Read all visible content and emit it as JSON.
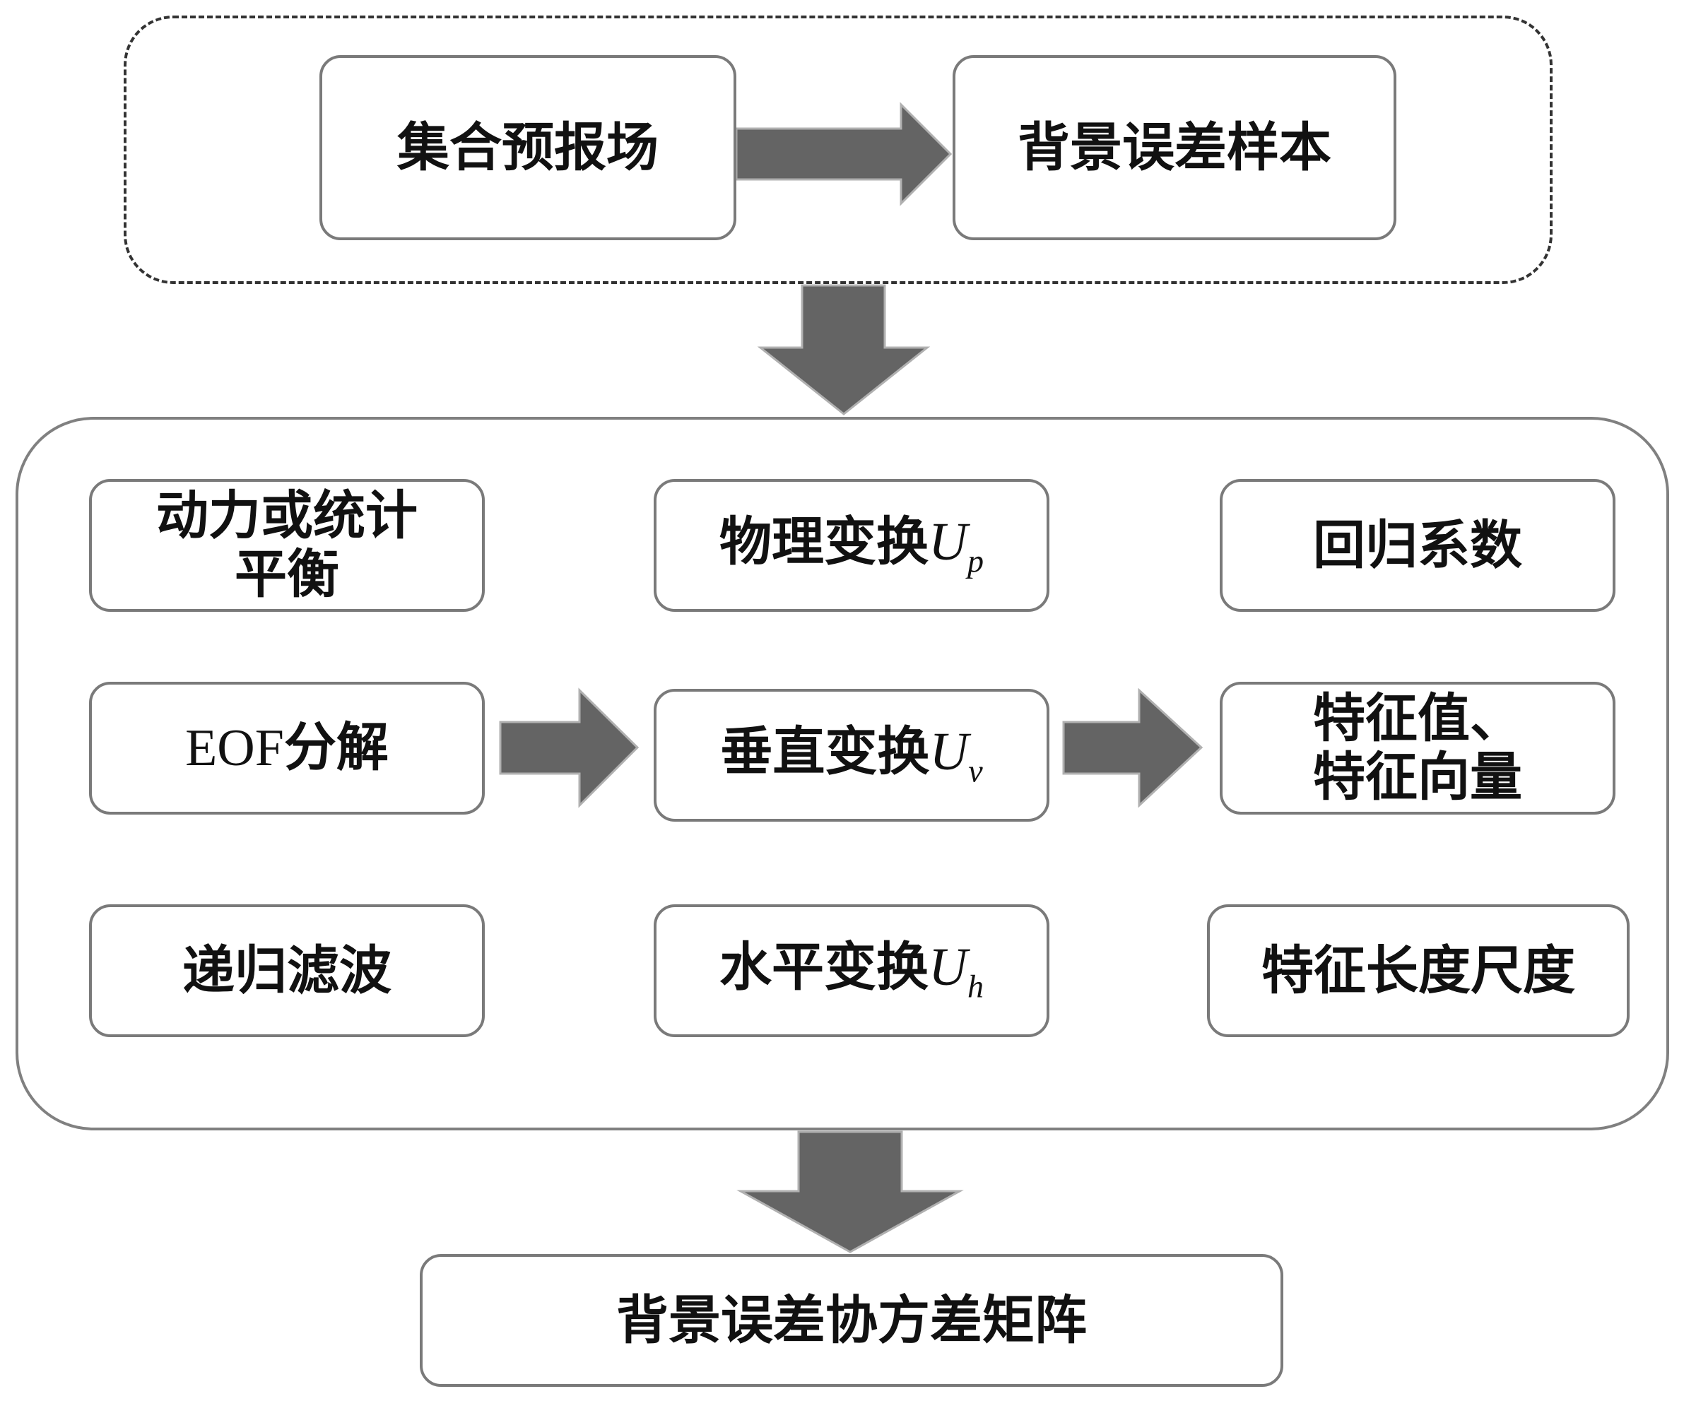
{
  "top_group": {
    "ensemble_forecast": "集合预报场",
    "background_error_samples": "背景误差样本"
  },
  "middle_group": {
    "row1": {
      "left_line1": "动力或统计",
      "left_line2": "平衡",
      "center_text": "物理变换",
      "center_var": "U",
      "center_sub": "p",
      "right": "回归系数"
    },
    "row2": {
      "left_latin": "EOF",
      "left_cjk": "分解",
      "center_text": "垂直变换",
      "center_var": "U",
      "center_sub": "v",
      "right_line1": "特征值、",
      "right_line2": "特征向量"
    },
    "row3": {
      "left": "递归滤波",
      "center_text": "水平变换",
      "center_var": "U",
      "center_sub": "h",
      "right": "特征长度尺度"
    }
  },
  "bottom": {
    "result": "背景误差协方差矩阵"
  },
  "colors": {
    "arrow_fill": "#646464",
    "arrow_stroke": "#b0b0b0",
    "box_border": "#7a7a7a",
    "dashed_border": "#333333"
  }
}
